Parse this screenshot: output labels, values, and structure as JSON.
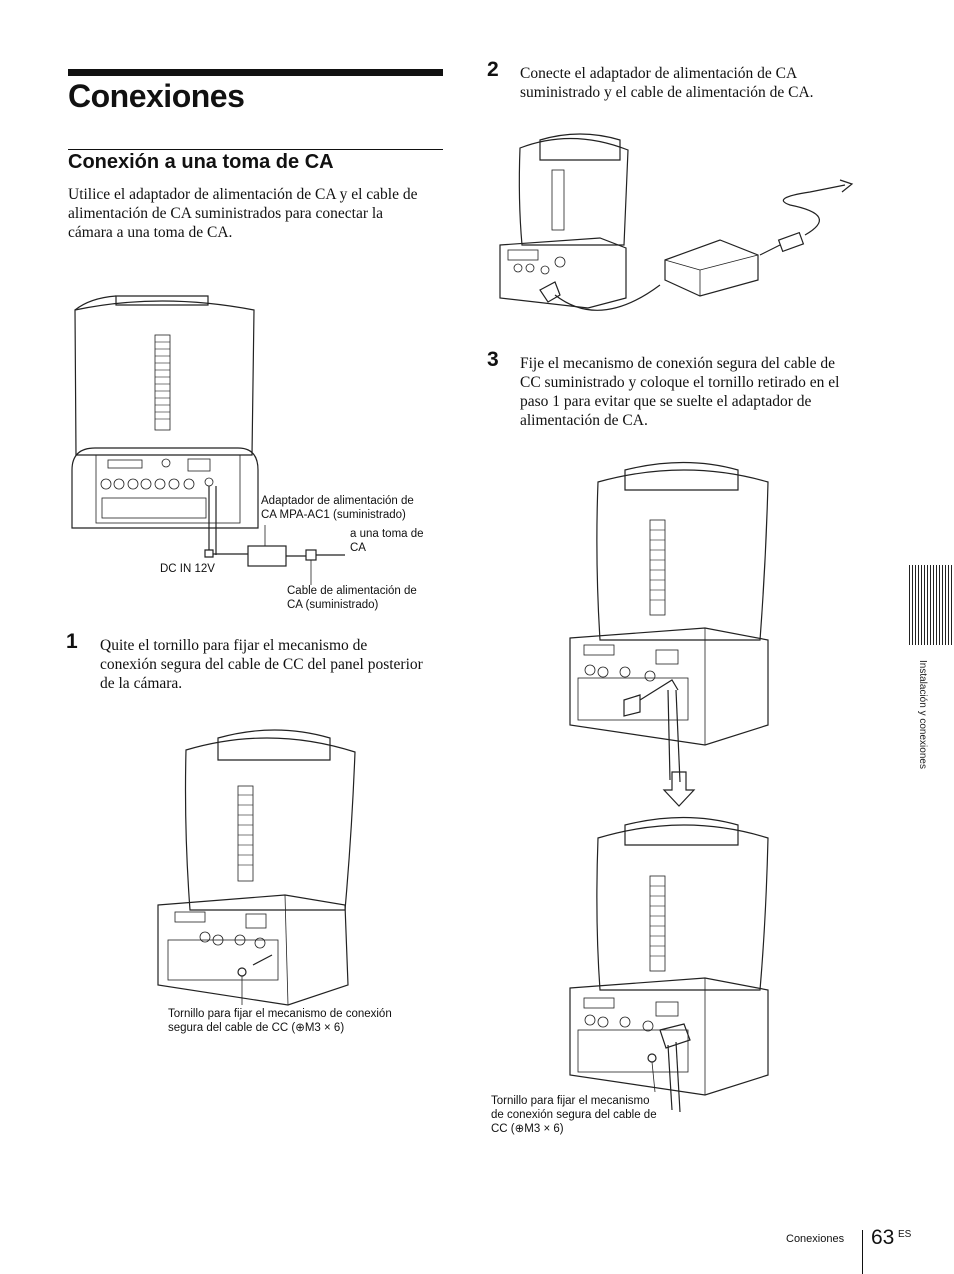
{
  "page": {
    "title": "Conexiones",
    "subtitle": "Conexión a una toma de CA",
    "intro": [
      "Utilice el adaptador de alimentación de CA y el cable de",
      "alimentación de CA suministrados para conectar la",
      "cámara a una toma de CA."
    ]
  },
  "diagram_labels": {
    "adapter": [
      "Adaptador de alimentación de",
      "CA MPA-AC1 (suministrado)"
    ],
    "outlet": [
      "a una toma de",
      "CA"
    ],
    "dcin": "DC IN 12V",
    "cable": [
      "Cable de alimentación de",
      "CA (suministrado)"
    ]
  },
  "steps": [
    {
      "number": "1",
      "lines": [
        "Quite el tornillo para fijar el mecanismo de",
        "conexión segura del cable de CC del panel posterior",
        "de la cámara."
      ],
      "caption": [
        "Tornillo para fijar el mecanismo de conexión",
        "segura del cable de CC (⊕M3 × 6)"
      ]
    },
    {
      "number": "2",
      "lines": [
        "Conecte el adaptador de alimentación de CA",
        "suministrado y el cable de alimentación de CA."
      ]
    },
    {
      "number": "3",
      "lines": [
        "Fije el mecanismo de conexión segura del cable de",
        "CC suministrado y coloque el tornillo retirado en el",
        "paso 1 para evitar que se suelte el adaptador de",
        "alimentación de CA."
      ],
      "caption": [
        "Tornillo para fijar el mecanismo",
        "de conexión segura del cable de",
        "CC (⊕M3 × 6)"
      ]
    }
  ],
  "sidebar": "Instalación y conexiones",
  "footer": {
    "section": "Conexiones",
    "page": "63",
    "lang": "ES"
  }
}
